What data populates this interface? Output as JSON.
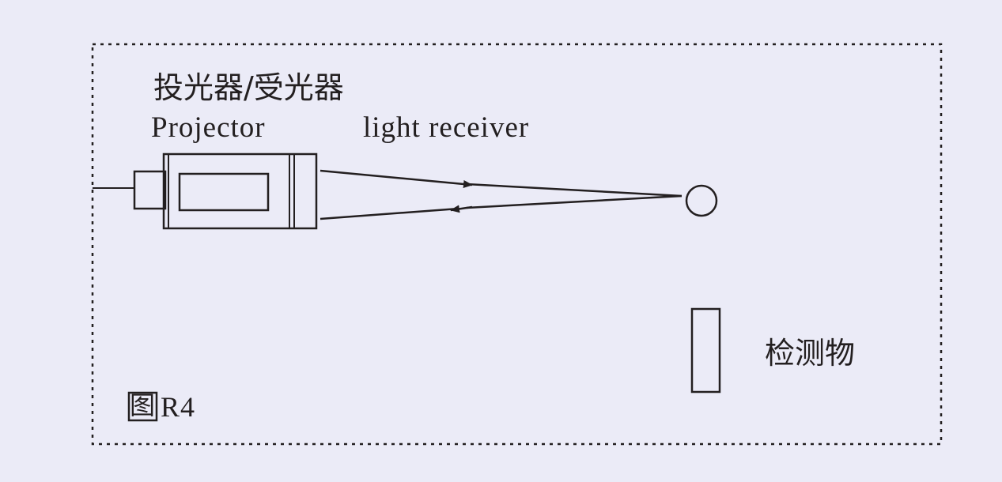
{
  "labels": {
    "device_title": "投光器/受光器",
    "projector": "Projector",
    "receiver": "light receiver",
    "detected_object": "检测物",
    "figure_prefix": "图",
    "figure_id": "R4"
  },
  "colors": {
    "background": "#ebebf7",
    "ink": "#231f20"
  }
}
